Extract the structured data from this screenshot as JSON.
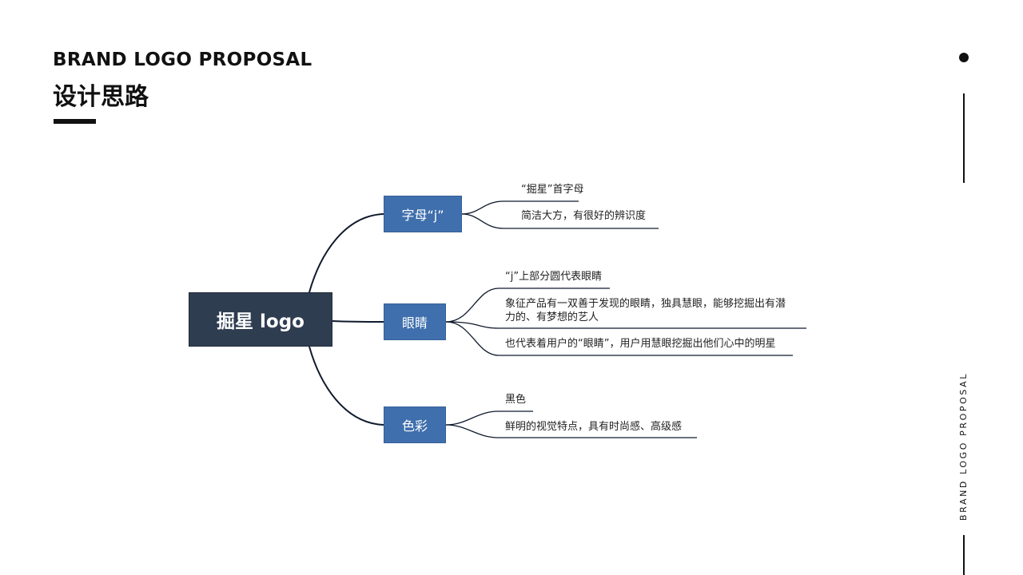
{
  "header": {
    "title_en": "BRAND LOGO PROPOSAL",
    "title_cn": "设计思路"
  },
  "sidebar": {
    "vertical_text": "BRAND LOGO PROPOSAL"
  },
  "mindmap": {
    "center": "掘星 logo",
    "branches": [
      {
        "label": "字母“j”",
        "leaves": [
          "“掘星”首字母",
          "简洁大方，有很好的辨识度"
        ]
      },
      {
        "label": "眼睛",
        "leaves": [
          "“j”上部分圆代表眼睛",
          "象征产品有一双善于发现的眼睛，独具慧眼，能够挖掘出有潜",
          "力的、有梦想的艺人",
          "也代表着用户的“眼睛”，用户用慧眼挖掘出他们心中的明星"
        ]
      },
      {
        "label": "色彩",
        "leaves": [
          "黑色",
          "鲜明的视觉特点，具有时尚感、高级感"
        ]
      }
    ]
  },
  "colors": {
    "center_fill": "#2e3d50",
    "branch_fill": "#3f6fad",
    "connector": "#0f1a2e",
    "text": "#111111"
  }
}
